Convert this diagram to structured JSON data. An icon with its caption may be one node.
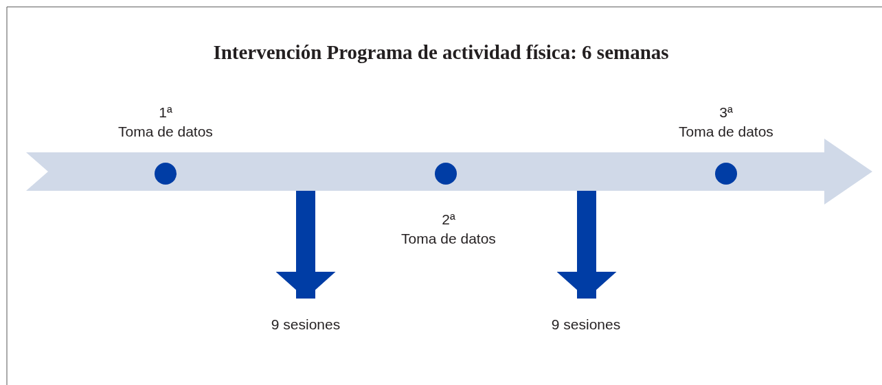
{
  "diagram": {
    "title": "Intervención Programa de actividad física: 6 semanas",
    "nodes": [
      {
        "text": [],
        "shape": "arrow"
      },
      {
        "text": [],
        "shape": "circle",
        "in": 0,
        "beside": [
          "1ª Toma de datos"
        ]
      },
      {
        "text": [],
        "shape": "circle",
        "in": 0,
        "beside": [
          "2ª Toma de datos"
        ]
      },
      {
        "text": [],
        "shape": "circle",
        "in": 0,
        "beside": [
          "3ª Toma de datos"
        ]
      },
      {
        "text": [
          "9 sesiones"
        ]
      },
      {
        "text": [
          "9 sesiones"
        ]
      }
    ],
    "edges": [
      {
        "from": 0,
        "to": 4,
        "arrow": "to"
      },
      {
        "from": 0,
        "to": 5,
        "arrow": "to"
      }
    ]
  }
}
